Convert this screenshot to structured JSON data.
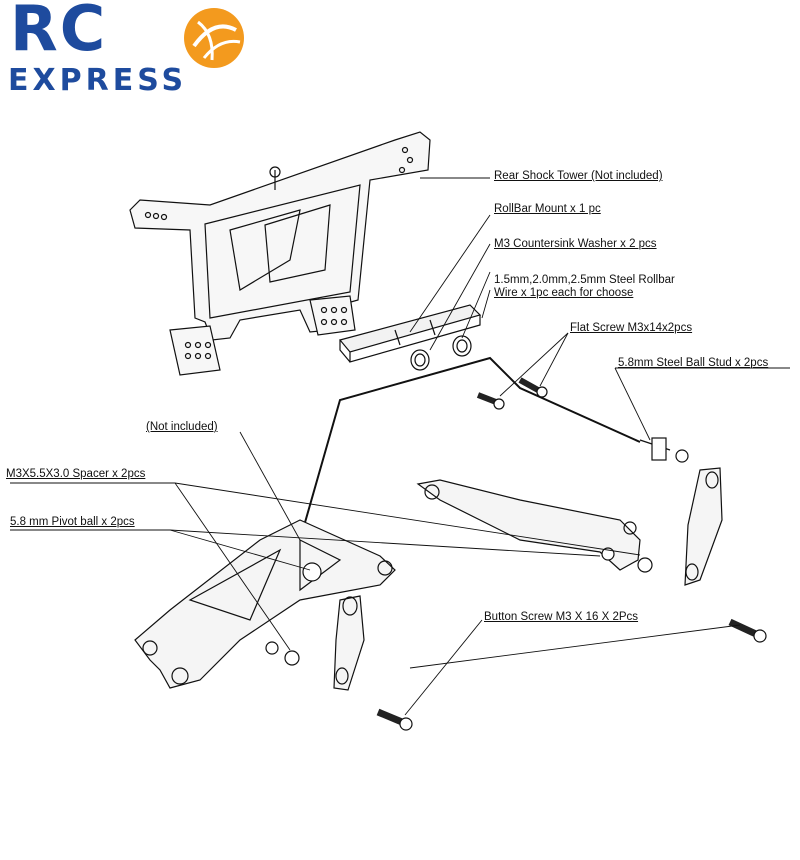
{
  "logo": {
    "text_rc": "RC",
    "text_express": "EXPRESS",
    "colors": {
      "blue": "#1e4b9e",
      "orange": "#f39a1e"
    }
  },
  "parts": [
    {
      "id": "rear_shock_tower",
      "label": "Rear Shock Tower (Not included)"
    },
    {
      "id": "rollbar_mount",
      "label": "RollBar Mount x 1 pc"
    },
    {
      "id": "countersink_washer",
      "label": "M3 Countersink Washer x 2 pcs"
    },
    {
      "id": "rollbar_wire_line1",
      "label": "1.5mm,2.0mm,2.5mm Steel Rollbar"
    },
    {
      "id": "rollbar_wire_line2",
      "label": "Wire x 1pc each for choose"
    },
    {
      "id": "flat_screw",
      "label": "Flat Screw M3x14x2pcs"
    },
    {
      "id": "ball_stud",
      "label": "5.8mm Steel Ball Stud x 2pcs"
    },
    {
      "id": "not_included",
      "label": "(Not included)"
    },
    {
      "id": "spacer",
      "label": "M3X5.5X3.0 Spacer x 2pcs"
    },
    {
      "id": "pivot_ball",
      "label": "5.8 mm Pivot ball x 2pcs"
    },
    {
      "id": "button_screw",
      "label": "Button Screw M3 X 16 X 2Pcs"
    }
  ]
}
